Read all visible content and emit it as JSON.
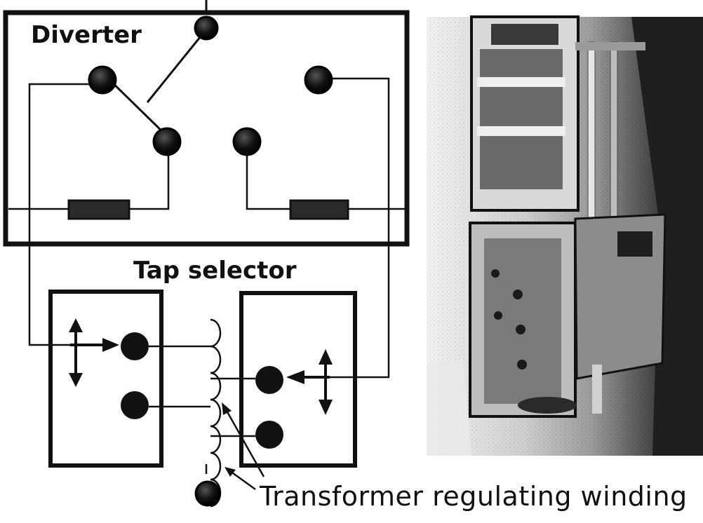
{
  "labels": {
    "diverter": "Diverter",
    "tap_selector": "Tap selector",
    "regulating_winding": "Transformer regulating winding"
  },
  "colors": {
    "ink": "#111111",
    "background": "#ffffff",
    "resistor_fill": "#2b2b2b",
    "photo_dark": "#2a2a2a",
    "photo_mid": "#8a8a8a",
    "photo_light": "#e6e6e6"
  },
  "photo": {
    "subject": "on-load tap changer photograph (diverter above, tap selector below)"
  }
}
